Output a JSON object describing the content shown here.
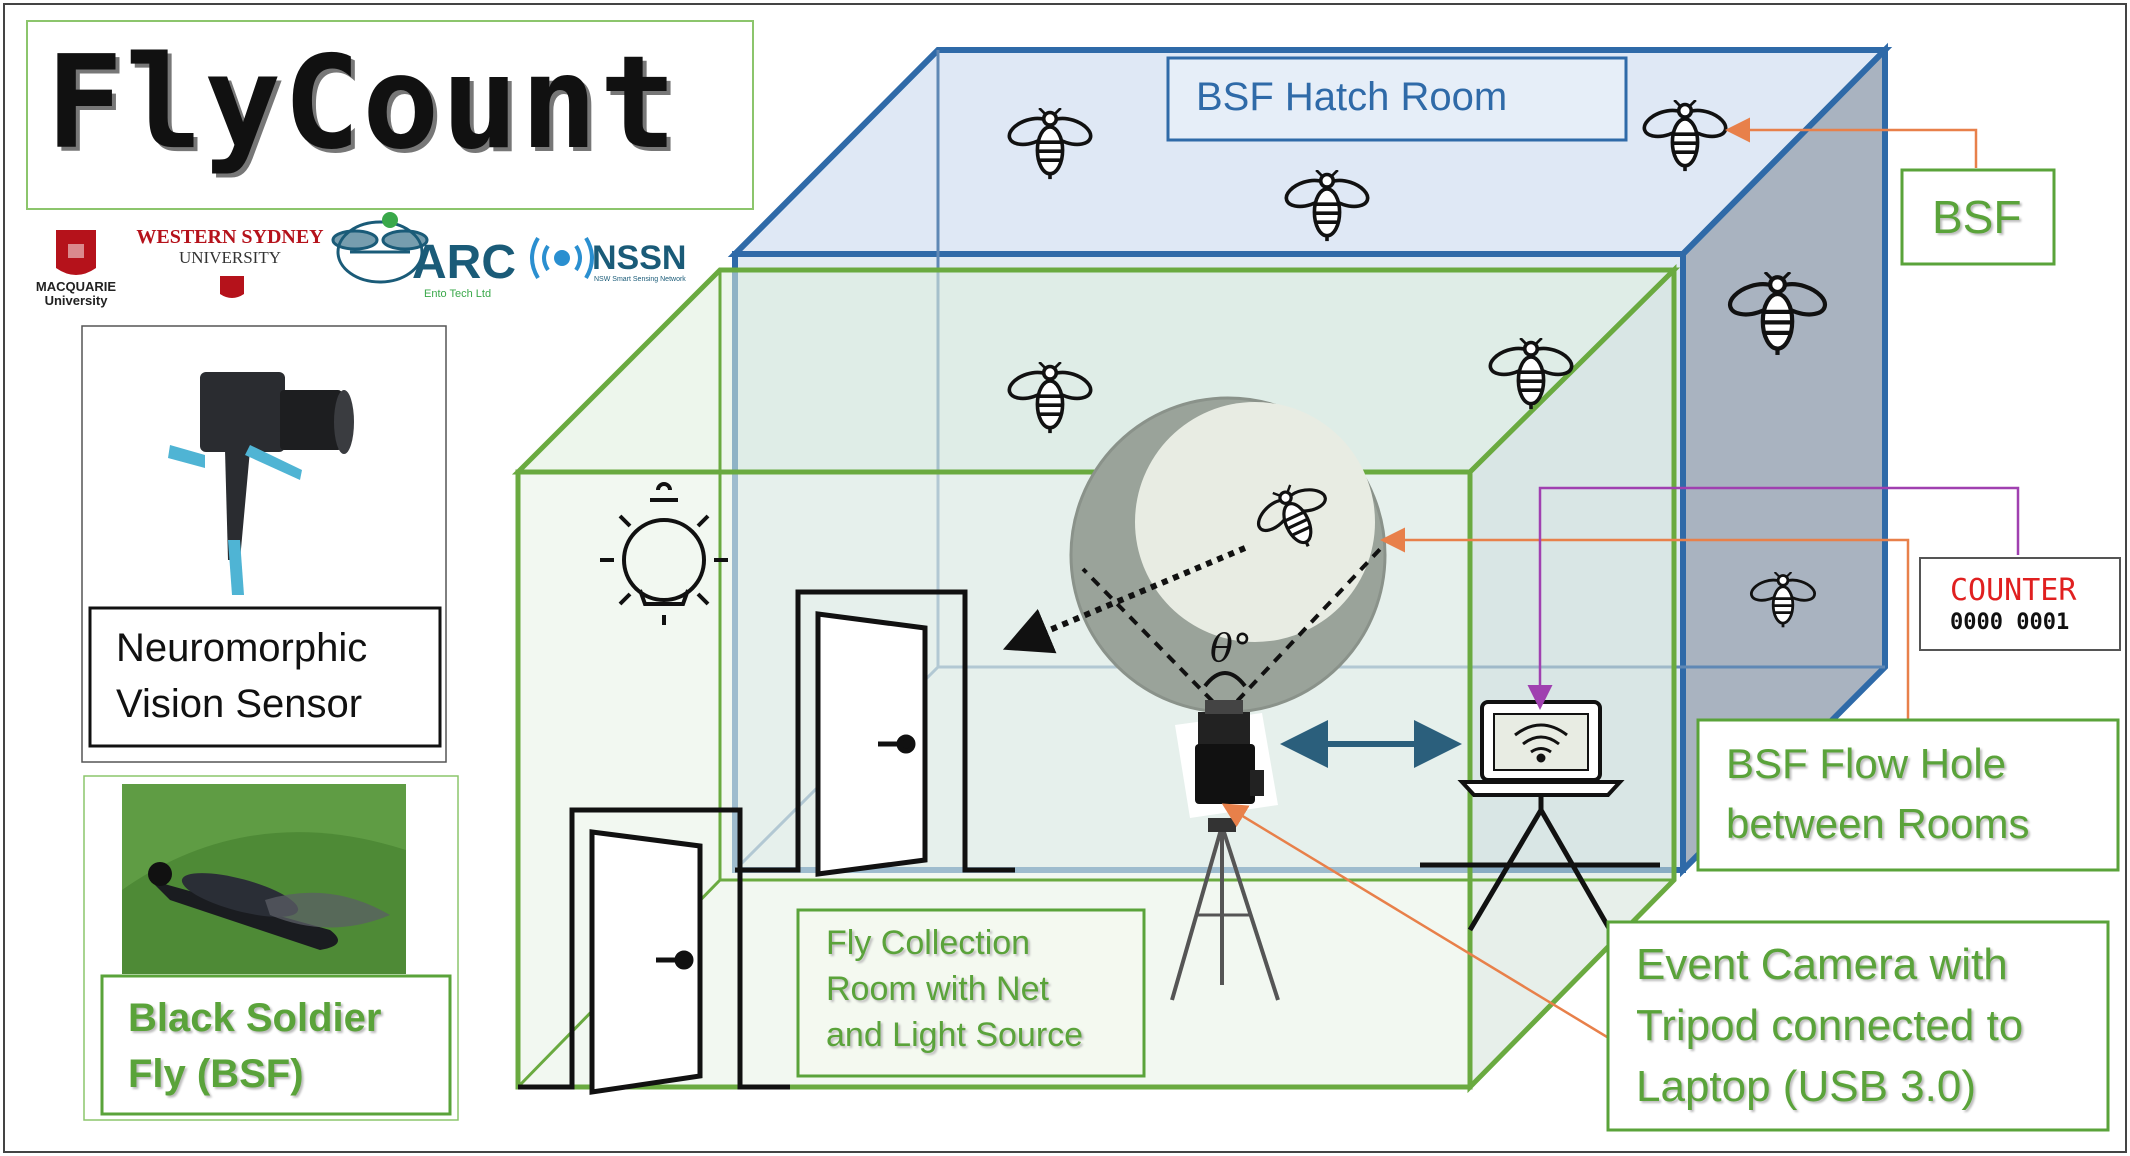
{
  "title": "FlyCount",
  "logos": {
    "macquarie": "MACQUARIE\nUniversity",
    "wsu_line1": "WESTERN SYDNEY",
    "wsu_line2": "UNIVERSITY",
    "arc": "ARC",
    "arc_sub": "Ento Tech Ltd",
    "nssn": "NSSN",
    "nssn_sub": "NSW Smart Sensing Network"
  },
  "labels": {
    "hatch_room": "BSF Hatch Room",
    "bsf": "BSF",
    "sensor": "Neuromorphic\nVision Sensor",
    "bsf_full": "Black Soldier\nFly (BSF)",
    "collection_room": "Fly Collection\nRoom with Net\nand Light Source",
    "flow_hole": "BSF Flow Hole\nbetween Rooms",
    "camera": "Event Camera with\nTripod connected to\nLaptop (USB 3.0)",
    "counter_title": "COUNTER",
    "counter_value": "0000 0001",
    "angle": "θ°"
  },
  "colors": {
    "hatch_room": "#2f6aa8",
    "collection_room": "#6aaa40",
    "arrow_orange": "#e8804a",
    "arrow_purple": "#a040b0",
    "counter_red": "#e02020"
  },
  "icons": [
    "bee-icon",
    "light-bulb-icon",
    "door-icon",
    "laptop-icon",
    "wifi-icon",
    "tripod-icon",
    "camera-icon",
    "double-arrow-icon"
  ]
}
